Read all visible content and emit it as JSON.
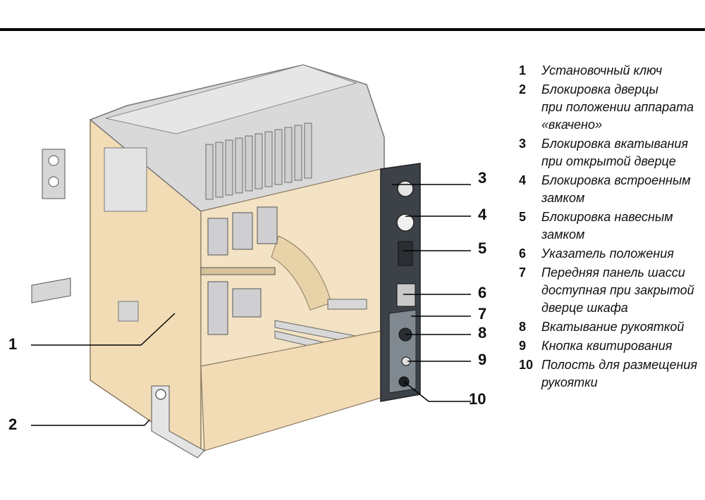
{
  "callouts": [
    "1",
    "2",
    "3",
    "4",
    "5",
    "6",
    "7",
    "8",
    "9",
    "10"
  ],
  "legend": [
    {
      "num": "1",
      "lines": [
        "Установочный ключ"
      ]
    },
    {
      "num": "2",
      "lines": [
        "Блокировка дверцы",
        "при положении аппарата",
        "«вкачено»"
      ]
    },
    {
      "num": "3",
      "lines": [
        "Блокировка вкатывания",
        "при открытой дверце"
      ]
    },
    {
      "num": "4",
      "lines": [
        "Блокировка встроенным",
        "замком"
      ]
    },
    {
      "num": "5",
      "lines": [
        "Блокировка навесным",
        "замком"
      ]
    },
    {
      "num": "6",
      "lines": [
        "Указатель положения"
      ]
    },
    {
      "num": "7",
      "lines": [
        "Передняя панель шасси",
        "доступная при закрытой",
        "дверце шкафа"
      ]
    },
    {
      "num": "8",
      "lines": [
        "Вкатывание рукояткой"
      ]
    },
    {
      "num": "9",
      "lines": [
        "Кнопка квитирования"
      ]
    },
    {
      "num": "10",
      "lines": [
        "Полость для размещения",
        "рукоятки"
      ]
    }
  ],
  "colors": {
    "chassis": "#f2dcb6",
    "chassis_edge": "#8a7a62",
    "metal": "#b9b9b9",
    "panel": "#3d4248"
  }
}
